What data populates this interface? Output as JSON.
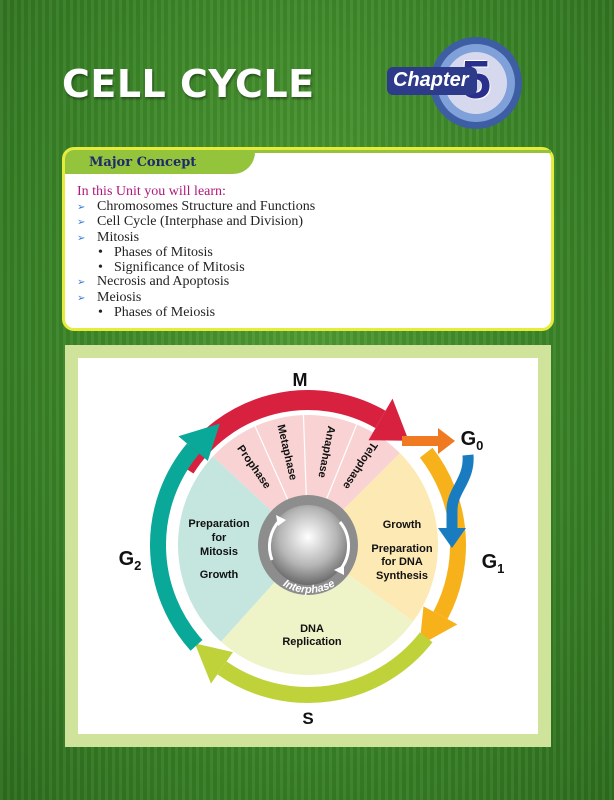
{
  "page": {
    "title": "CELL CYCLE"
  },
  "badge": {
    "label": "Chapter",
    "number": "5"
  },
  "concept": {
    "heading": "Major Concept",
    "intro": "In this Unit you will learn:",
    "items": [
      {
        "level": 1,
        "text": "Chromosomes Structure and Functions"
      },
      {
        "level": 1,
        "text": "Cell Cycle (Interphase and Division)"
      },
      {
        "level": 1,
        "text": "Mitosis"
      },
      {
        "level": 2,
        "text": "Phases of Mitosis"
      },
      {
        "level": 2,
        "text": "Significance of Mitosis"
      },
      {
        "level": 1,
        "text": "Necrosis and Apoptosis"
      },
      {
        "level": 1,
        "text": "Meiosis"
      },
      {
        "level": 2,
        "text": "Phases of Meiosis"
      }
    ]
  },
  "diagram": {
    "phases": {
      "m": "M",
      "g0": "G",
      "g0_sub": "0",
      "g1": "G",
      "g1_sub": "1",
      "g2": "G",
      "g2_sub": "2",
      "s": "S"
    },
    "mitosis_stages": [
      "Prophase",
      "Metaphase",
      "Anaphase",
      "Telophase"
    ],
    "g2_text": [
      "Preparation",
      "for",
      "Mitosis",
      "Growth"
    ],
    "g1_text": [
      "Growth",
      "Preparation",
      "for DNA",
      "Synthesis"
    ],
    "s_text": [
      "DNA",
      "Replication"
    ],
    "center": "Interphase",
    "colors": {
      "m": "#d8203f",
      "g1": "#f7b21b",
      "s": "#bfd23a",
      "g2": "#0aa898",
      "m_fill": "#f9d2d3",
      "g1_fill": "#fde9b4",
      "s_fill": "#eef3c8",
      "g2_fill": "#c4e6df",
      "g0": "#ef7a22",
      "g0_arrow": "#1a7cc0"
    }
  }
}
